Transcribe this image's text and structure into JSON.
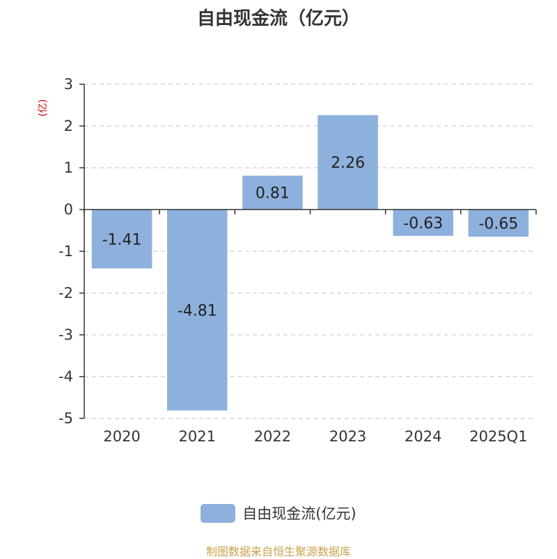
{
  "title": "自由现金流（亿元）",
  "source": "制图数据来自恒生聚源数据库",
  "colors": {
    "bar": "#8eb0dc",
    "axis": "#333333",
    "grid": "#cccccc",
    "unit": "#cc0000",
    "source": "#c8a24a"
  },
  "chart_data": {
    "type": "bar",
    "title": "自由现金流（亿元）",
    "ylabel": "(亿)",
    "categories": [
      "2020",
      "2021",
      "2022",
      "2023",
      "2024",
      "2025Q1"
    ],
    "series": [
      {
        "name": "自由现金流(亿元)",
        "values": [
          -1.41,
          -4.81,
          0.81,
          2.26,
          -0.63,
          -0.65
        ]
      }
    ],
    "data_labels": [
      "-1.41",
      "-4.81",
      "0.81",
      "2.26",
      "-0.63",
      "-0.65"
    ],
    "yticks": [
      "3",
      "2",
      "1",
      "0",
      "-1",
      "-2",
      "-3",
      "-4",
      "-5"
    ],
    "ylim": [
      -5,
      3
    ],
    "grid": true,
    "legend": "bottom-center"
  }
}
